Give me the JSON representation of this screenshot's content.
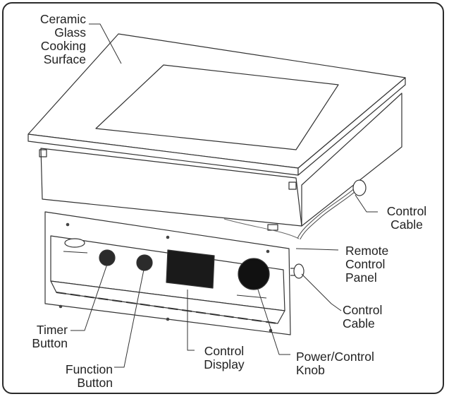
{
  "labels": {
    "ceramic_surface": [
      "Ceramic",
      "Glass",
      "Cooking",
      "Surface"
    ],
    "control_cable_top": [
      "Control",
      "Cable"
    ],
    "remote_control_panel": [
      "Remote",
      "Control",
      "Panel"
    ],
    "control_cable_side": [
      "Control",
      "Cable"
    ],
    "timer_button": [
      "Timer",
      "Button"
    ],
    "function_button": [
      "Function",
      "Button"
    ],
    "control_display": [
      "Control",
      "Display"
    ],
    "power_control_knob": [
      "Power/Control",
      "Knob"
    ]
  }
}
